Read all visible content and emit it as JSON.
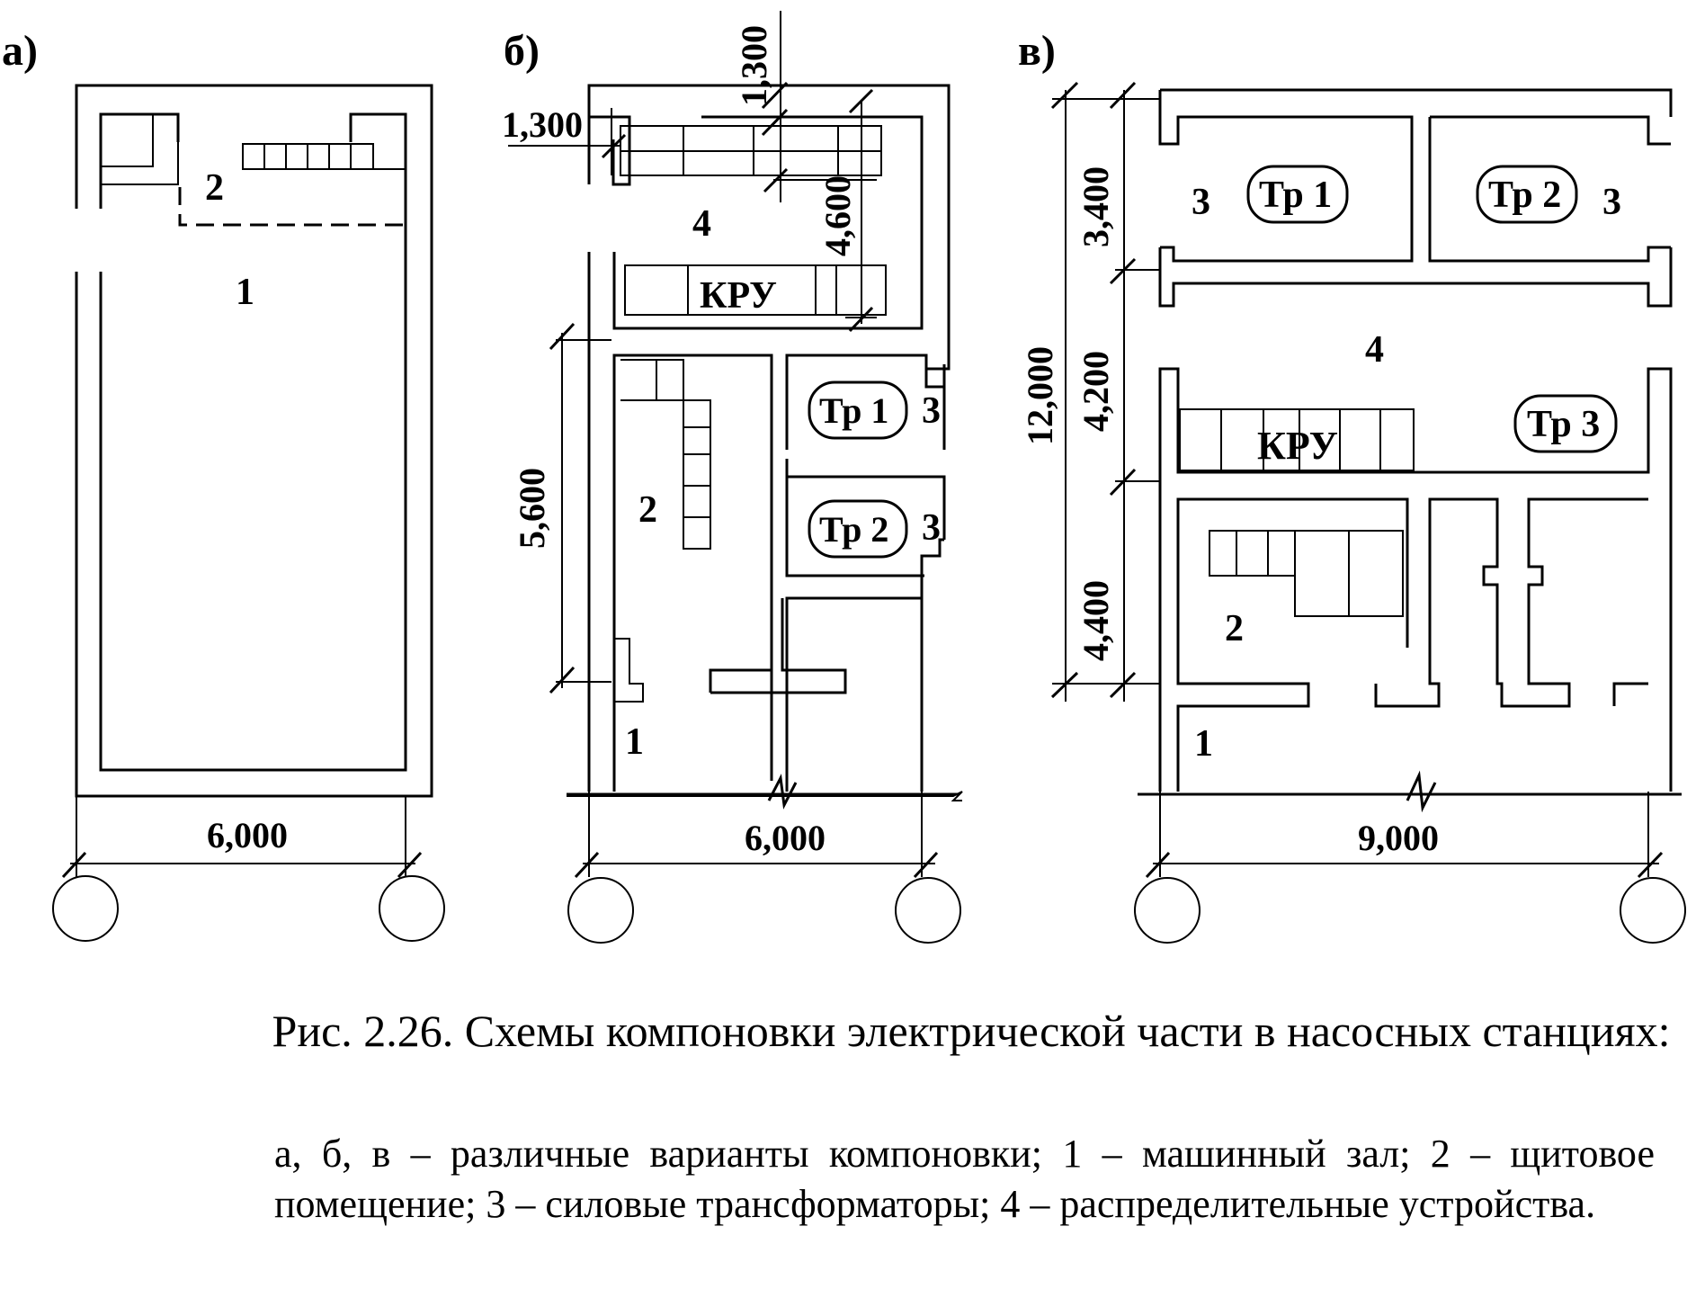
{
  "panels": {
    "a": {
      "letter": "а)",
      "label_1": "1",
      "label_2": "2",
      "dim_width": "6,000"
    },
    "b": {
      "letter": "б)",
      "label_1": "1",
      "label_2": "2",
      "label_3a": "3",
      "label_3b": "3",
      "label_4": "4",
      "kru": "КРУ",
      "tr1": "Тр 1",
      "tr2": "Тр 2",
      "dim_1300_h": "1,300",
      "dim_1300_v": "1,300",
      "dim_4600": "4,600",
      "dim_5600": "5,600",
      "dim_width": "6,000"
    },
    "c": {
      "letter": "в)",
      "label_1": "1",
      "label_2": "2",
      "label_3a": "3",
      "label_3b": "3",
      "label_4": "4",
      "kru": "КРУ",
      "tr1": "Тр 1",
      "tr2": "Тр 2",
      "tr3": "Тр 3",
      "dim_3400": "3,400",
      "dim_4200": "4,200",
      "dim_4400": "4,400",
      "dim_12000": "12,000",
      "dim_width": "9,000"
    }
  },
  "caption": {
    "title": "Рис. 2.26. Схемы компоновки электрической части в насосных станциях:",
    "body": "а, б, в – различные варианты компоновки; 1 – машинный зал; 2 – щитовое помещение; 3 – силовые трансформаторы; 4 – распределительные устройства."
  }
}
